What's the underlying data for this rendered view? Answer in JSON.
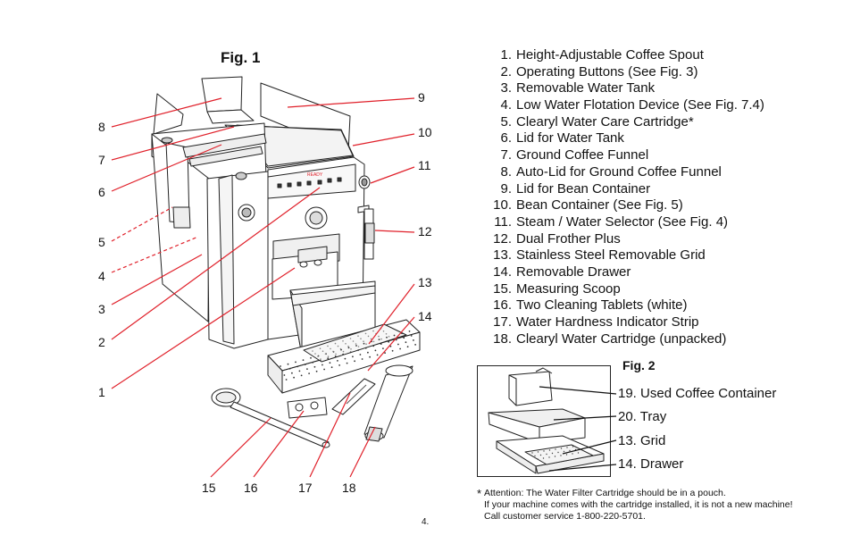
{
  "figure1": {
    "title": "Fig. 1",
    "ready_text": "READY",
    "callouts": {
      "c1": "1",
      "c2": "2",
      "c3": "3",
      "c4": "4",
      "c5": "5",
      "c6": "6",
      "c7": "7",
      "c8": "8",
      "c9": "9",
      "c10": "10",
      "c11": "11",
      "c12": "12",
      "c13": "13",
      "c14": "14",
      "c15": "15",
      "c16": "16",
      "c17": "17",
      "c18": "18"
    }
  },
  "parts_list": [
    {
      "number": "1.",
      "label": "Height-Adjustable Coffee Spout"
    },
    {
      "number": "2.",
      "label": "Operating Buttons (See Fig. 3)"
    },
    {
      "number": "3.",
      "label": "Removable Water Tank"
    },
    {
      "number": "4.",
      "label": "Low Water Flotation Device (See Fig. 7.4)"
    },
    {
      "number": "5.",
      "label": "Clearyl Water Care Cartridge*"
    },
    {
      "number": "6.",
      "label": "Lid for Water Tank"
    },
    {
      "number": "7.",
      "label": "Ground Coffee Funnel"
    },
    {
      "number": "8.",
      "label": "Auto-Lid for Ground Coffee Funnel"
    },
    {
      "number": "9.",
      "label": "Lid for Bean Container"
    },
    {
      "number": "10.",
      "label": "Bean Container (See Fig. 5)"
    },
    {
      "number": "11.",
      "label": "Steam / Water Selector (See Fig. 4)"
    },
    {
      "number": "12.",
      "label": "Dual Frother Plus"
    },
    {
      "number": "13.",
      "label": "Stainless Steel Removable Grid"
    },
    {
      "number": "14.",
      "label": "Removable Drawer"
    },
    {
      "number": "15.",
      "label": "Measuring Scoop"
    },
    {
      "number": "16.",
      "label": "Two Cleaning Tablets (white)"
    },
    {
      "number": "17.",
      "label": "Water Hardness Indicator Strip"
    },
    {
      "number": "18.",
      "label": "Clearyl Water Cartridge (unpacked)"
    }
  ],
  "figure2": {
    "title": "Fig. 2",
    "labels": [
      "19. Used Coffee Container",
      "20. Tray",
      "13. Grid",
      "14. Drawer"
    ]
  },
  "footnote": {
    "marker": "*",
    "line1": "Attention: The Water Filter Cartridge should be in a pouch.",
    "line2": "If your machine comes with the cartridge installed, it is not a new machine!",
    "line3": "Call customer service 1-800-220-5701."
  },
  "page_number": "4.",
  "colors": {
    "leader_line": "#e0202a",
    "outline": "#222222",
    "body_fill": "#ffffff",
    "shade": "#e6e6e6"
  }
}
